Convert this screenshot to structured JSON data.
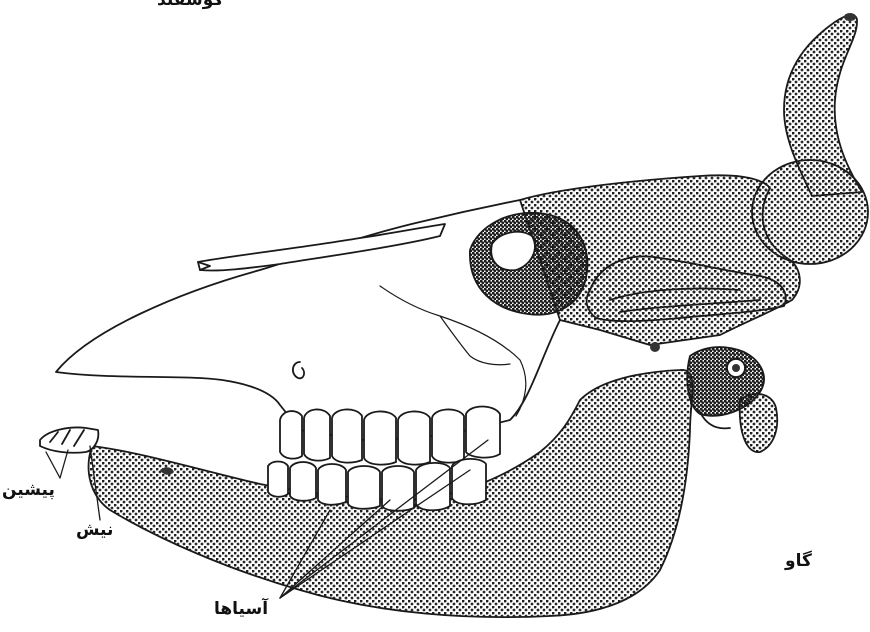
{
  "labels": {
    "sheep": "گوسفند",
    "incisor": "پیشین",
    "canine": "نیش",
    "molars": "آسیاها",
    "cow": "گاو"
  },
  "colors": {
    "line": "#1a1a1a",
    "fill": "#ffffff",
    "stipple": "#777777"
  }
}
